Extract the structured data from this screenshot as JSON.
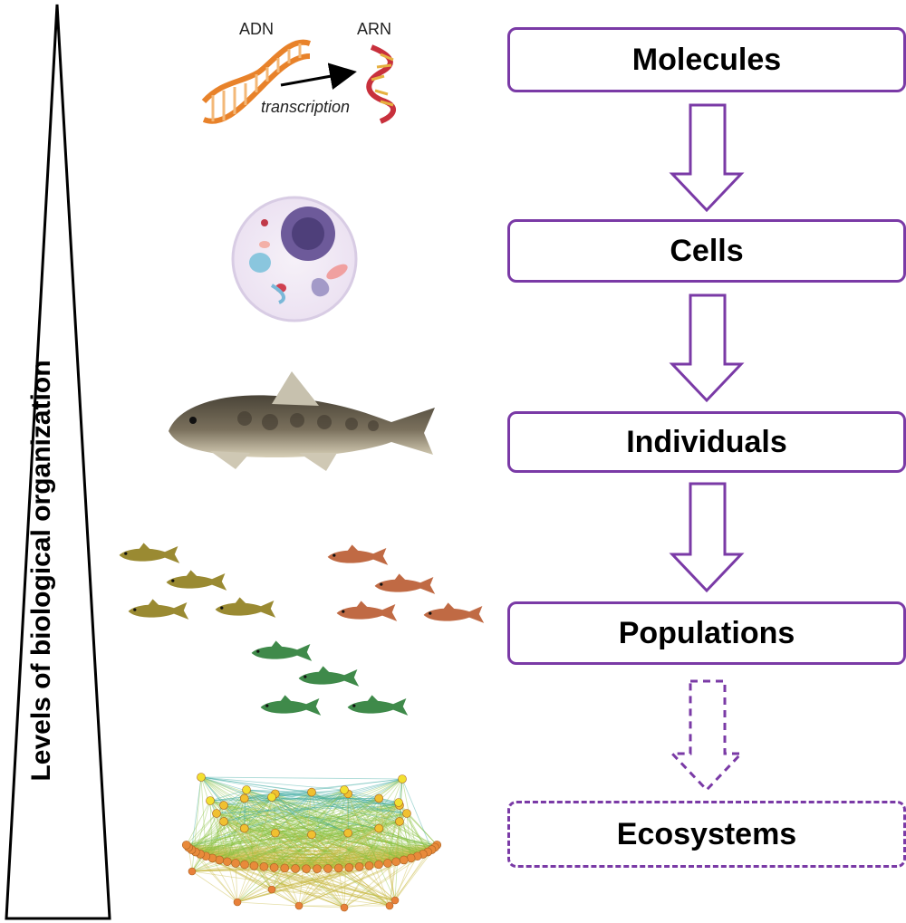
{
  "axis": {
    "label": "Levels of biological organization"
  },
  "levels": [
    {
      "label": "Molecules",
      "style": "solid"
    },
    {
      "label": "Cells",
      "style": "solid"
    },
    {
      "label": "Individuals",
      "style": "solid"
    },
    {
      "label": "Populations",
      "style": "solid"
    },
    {
      "label": "Ecosystems",
      "style": "dashed"
    }
  ],
  "molecule_illustration": {
    "dna": "ADN",
    "rna": "ARN",
    "process": "transcription"
  },
  "colors": {
    "accent": "#7a3aa6",
    "dna": "#e8822a",
    "rna": "#c8303c"
  }
}
